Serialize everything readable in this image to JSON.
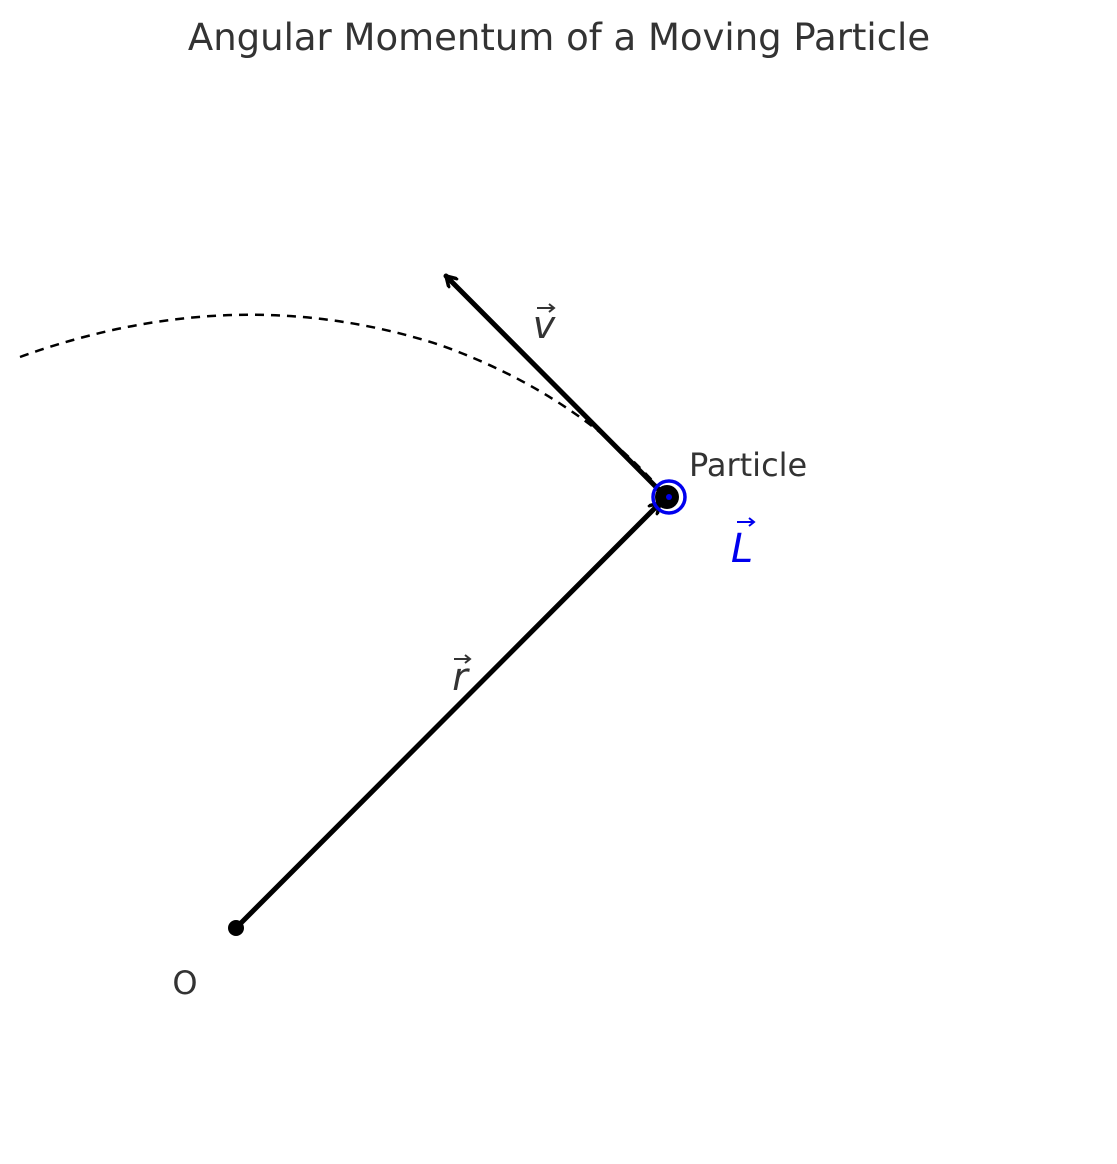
{
  "diagram": {
    "title": "Angular Momentum of a Moving Particle",
    "origin_label": "O",
    "particle_label": "Particle",
    "r_label": "r",
    "v_label": "v",
    "L_label": "L",
    "colors": {
      "text": "#333333",
      "vector": "#000000",
      "angular_momentum": "#0000ee",
      "background": "#ffffff"
    }
  }
}
